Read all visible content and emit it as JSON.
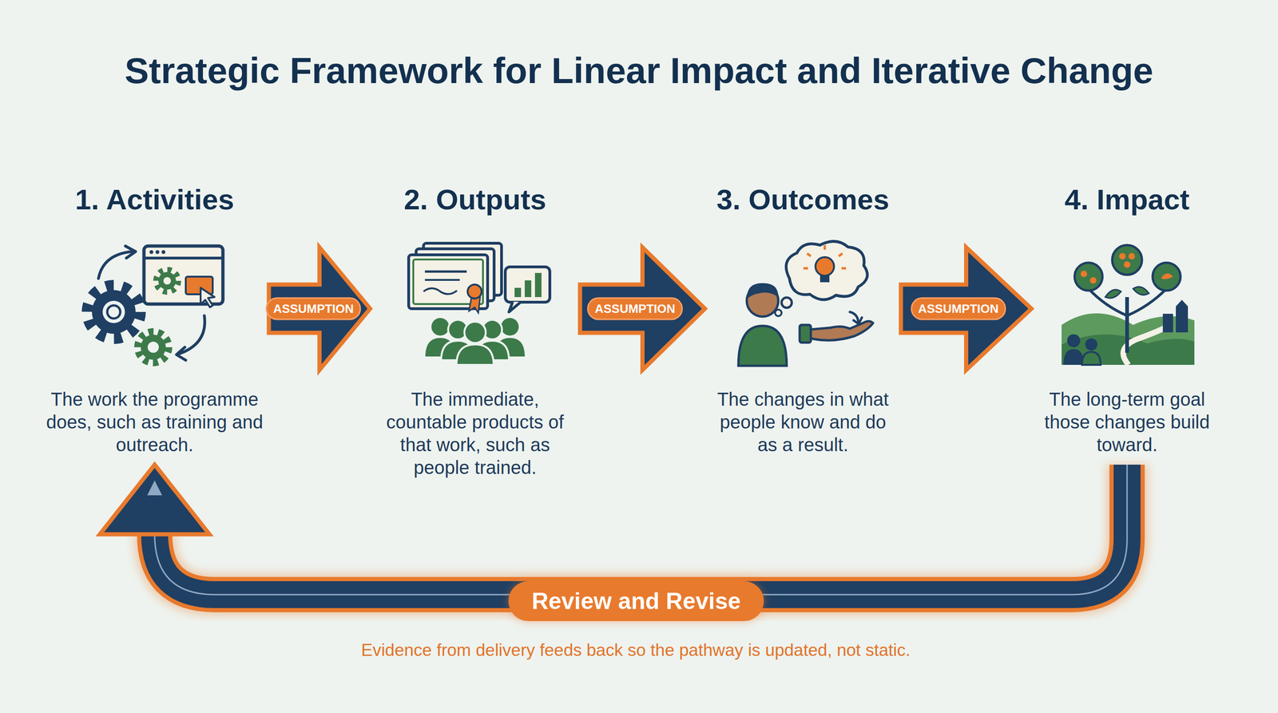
{
  "diagram": {
    "title": "Strategic Framework for Linear Impact and Iterative Change",
    "nodes": [
      {
        "text": [
          "1. Activities",
          "The work the programme does, such as training and outreach."
        ]
      },
      {
        "text": [
          "2. Outputs",
          "The immediate, countable products of that work, such as people trained."
        ]
      },
      {
        "text": [
          "3. Outcomes",
          "The changes in what people know and do as a result."
        ]
      },
      {
        "text": [
          "4. Impact",
          "The long-term goal those changes build toward."
        ]
      }
    ],
    "edges": [
      {
        "from": 0,
        "to": 1,
        "label": "ASSUMPTION",
        "arrow": "to"
      },
      {
        "from": 1,
        "to": 2,
        "label": "ASSUMPTION",
        "arrow": "to"
      },
      {
        "from": 2,
        "to": 3,
        "label": "ASSUMPTION",
        "arrow": "to"
      },
      {
        "from": 3,
        "to": 0,
        "label": "Review and Revise",
        "arrow": "to"
      }
    ],
    "labels": [
      "Evidence from delivery feeds back so the pathway is updated, not static."
    ]
  }
}
